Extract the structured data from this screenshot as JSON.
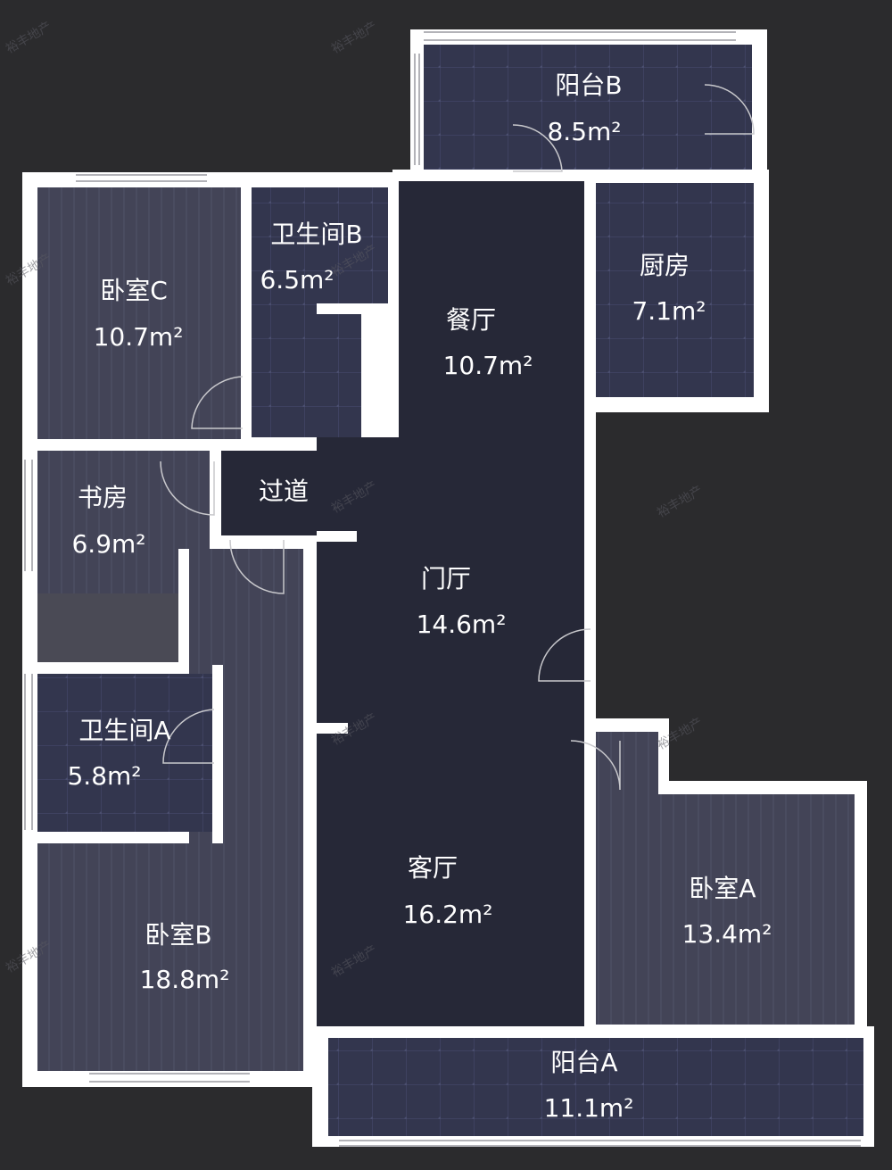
{
  "watermark": "裕丰地产",
  "colors": {
    "background": "#2b2b2d",
    "wall": "#ffffff",
    "bedroom": "#434457",
    "bathroom": "#33364e",
    "living": "#262837",
    "study_lower": "#4a4a55"
  },
  "rooms": {
    "balcony_b": {
      "name": "阳台B",
      "area": "8.5m²"
    },
    "bathroom_b": {
      "name": "卫生间B",
      "area": "6.5m²"
    },
    "bedroom_c": {
      "name": "卧室C",
      "area": "10.7m²"
    },
    "dining": {
      "name": "餐厅",
      "area": "10.7m²"
    },
    "kitchen": {
      "name": "厨房",
      "area": "7.1m²"
    },
    "corridor": {
      "name": "过道"
    },
    "study": {
      "name": "书房",
      "area": "6.9m²"
    },
    "foyer": {
      "name": "门厅",
      "area": "14.6m²"
    },
    "bathroom_a": {
      "name": "卫生间A",
      "area": "5.8m²"
    },
    "living": {
      "name": "客厅",
      "area": "16.2m²"
    },
    "bedroom_a": {
      "name": "卧室A",
      "area": "13.4m²"
    },
    "bedroom_b": {
      "name": "卧室B",
      "area": "18.8m²"
    },
    "balcony_a": {
      "name": "阳台A",
      "area": "11.1m²"
    }
  }
}
